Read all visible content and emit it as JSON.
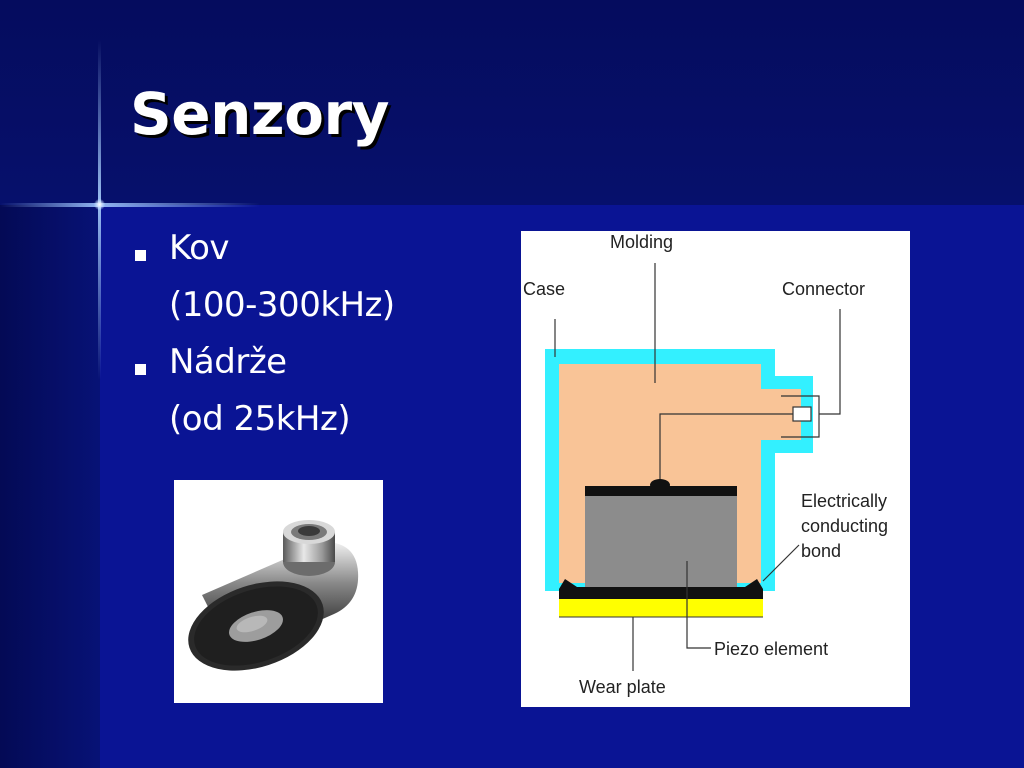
{
  "slide": {
    "title": "Senzory",
    "bullets": [
      {
        "label": "Kov",
        "detail": "(100-300kHz)"
      },
      {
        "label": "Nádrže",
        "detail": "(od 25kHz)"
      }
    ]
  },
  "diagram": {
    "labels": {
      "molding": "Molding",
      "case": "Case",
      "connector": "Connector",
      "bond_line1": "Electrically",
      "bond_line2": "conducting",
      "bond_line3": "bond",
      "piezo": "Piezo element",
      "wear_plate": "Wear plate"
    },
    "colors": {
      "case": "#33f0ff",
      "molding": "#f9c497",
      "piezo": "#8c8c8c",
      "wear_plate": "#ffff00",
      "electrode": "#000000"
    }
  },
  "theme": {
    "background": "#0a1494",
    "header_background": "#06106c",
    "text": "#ffffff"
  }
}
